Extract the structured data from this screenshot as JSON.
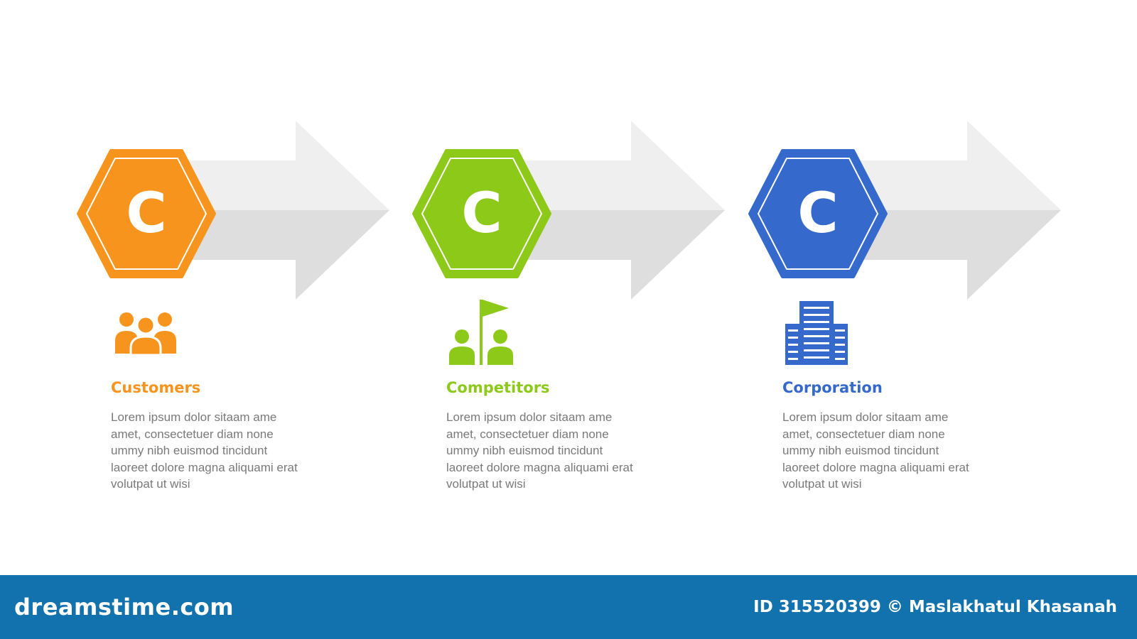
{
  "steps": [
    {
      "letter": "C",
      "title": "Customers",
      "description": "Lorem ipsum dolor sitaam ame amet, consectetuer diam none ummy  nibh euismod tincidunt laoreet dolore magna aliquami erat volutpat ut wisi",
      "color": "#f7941d",
      "icon": "people-group-icon"
    },
    {
      "letter": "C",
      "title": "Competitors",
      "description": "Lorem ipsum dolor sitaam ame amet, consectetuer diam none ummy  nibh euismod tincidunt laoreet dolore magna aliquami erat volutpat ut wisi",
      "color": "#8cc919",
      "icon": "people-with-flag-icon"
    },
    {
      "letter": "C",
      "title": "Corporation",
      "description": "Lorem ipsum dolor sitaam ame amet, consectetuer diam none ummy  nibh euismod tincidunt laoreet dolore magna aliquami erat volutpat ut wisi",
      "color": "#3569cc",
      "icon": "office-building-icon"
    }
  ],
  "arrow_colors": {
    "top": "#efefef",
    "bottom": "#dedede"
  },
  "footer": {
    "logo": "dreamstime.com",
    "credit": "ID 315520399 © Maslakhatul Khasanah",
    "background": "#1272ad"
  }
}
